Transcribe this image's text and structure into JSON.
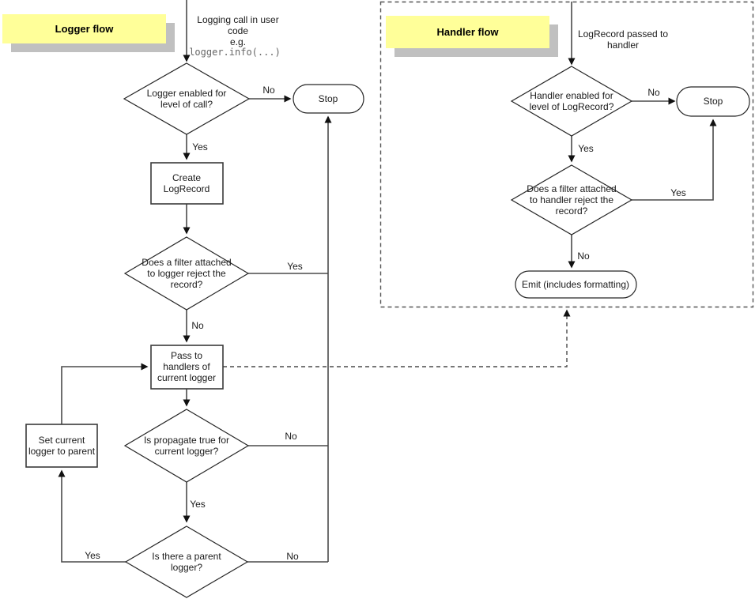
{
  "colors": {
    "note-fill": "#ffff99",
    "note-shadow": "#c0c0c0",
    "line": "#4a4a4a",
    "ink": "#111111",
    "code": "#666666",
    "text": "#1a1a1a"
  },
  "labels": {
    "yes": "Yes",
    "no": "No"
  },
  "logger_flow": {
    "title": "Logger flow",
    "start_note": "Logging call in user\ncode\ne.g.",
    "start_code": "logger.info(...)",
    "decision_enabled": "Logger enabled for\nlevel of call?",
    "stop": "Stop",
    "create_logrecord": "Create\nLogRecord",
    "decision_filter": "Does a filter attached\nto logger reject the\nrecord?",
    "pass_to_handlers": "Pass to\nhandlers of\ncurrent logger",
    "decision_propagate": "Is propagate true for\ncurrent logger?",
    "decision_parent": "Is there a parent\nlogger?",
    "set_current_logger": "Set current\nlogger to parent"
  },
  "handler_flow": {
    "title": "Handler flow",
    "start_note": "LogRecord passed to\nhandler",
    "decision_enabled": "Handler enabled for\nlevel of LogRecord?",
    "stop": "Stop",
    "decision_filter": "Does a filter attached\nto handler reject the\nrecord?",
    "emit": "Emit (includes formatting)"
  }
}
